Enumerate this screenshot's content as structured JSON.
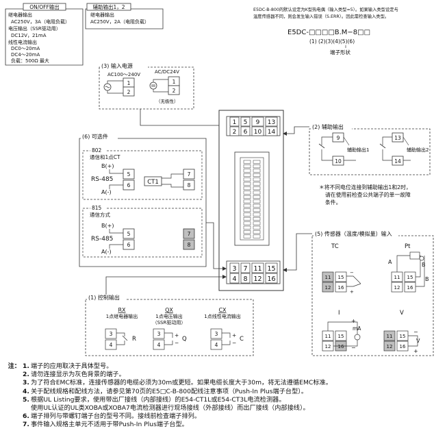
{
  "onoff": {
    "title": "ON/OFF输出",
    "lines": [
      "继电器输出",
      "AC250V，3A（电阻负载）",
      "电压输出（SSR驱动用）",
      "DC12V，21mA",
      "线性电流输出",
      "DC0～20mA",
      "DC4～20mA",
      "负载：500Ω 最大"
    ]
  },
  "aux_box": {
    "title": "辅助输出1，2",
    "lines": [
      "继电器输出",
      "AC250V，2A（电阻负载）"
    ]
  },
  "model": {
    "note_line1": "E5DC-B-800的默认设定为K型热电偶（输入类型=5）。如果输入类型设定与",
    "note_line2": "温度传感器不同，则会发生输入错误（S.ERR）。因此需检查输入类型。",
    "code": "E5DC-□□□□B.M−8□□",
    "indices": "(1) (2)(3)(4)(5)(6)",
    "shape": "端子形状"
  },
  "power": {
    "title": "(3) 输入电源",
    "ac_label": "AC100～240V",
    "dc_label": "AC/DC24V",
    "no_polarity": "（无极性）",
    "t1": "1",
    "t2": "2"
  },
  "terminals": {
    "top_row1": [
      "1",
      "5",
      "9",
      "13"
    ],
    "top_row2": [
      "2",
      "6",
      "10",
      "14"
    ],
    "bot_row1": [
      "3",
      "7",
      "11",
      "15"
    ],
    "bot_row2": [
      "4",
      "8",
      "12",
      "16"
    ]
  },
  "aux": {
    "title": "(2) 辅助输出",
    "t9": "9",
    "t10": "10",
    "t13": "13",
    "t14": "14",
    "out1": "辅助输出1",
    "out2": "辅助输出2",
    "warning": [
      "＊将不同电位连接到辅助输出1和2时，",
      "请在使用前检查公共端子的单一故障",
      "条件。"
    ]
  },
  "options": {
    "title": "(6) 可选件",
    "b802": {
      "code": "802",
      "desc": "通信和1点CT",
      "bplus": "B(+)",
      "rs": "RS-485",
      "aminus": "A(-)",
      "t5": "5",
      "t6": "6",
      "ct": "CT1",
      "t7": "7",
      "t8": "8"
    },
    "b815": {
      "code": "815",
      "desc": "通信方式",
      "bplus": "B(+)",
      "rs": "RS-485",
      "aminus": "A(-)",
      "t5": "5",
      "t6": "6",
      "t7": "7",
      "t8": "8"
    }
  },
  "sensor": {
    "title": "(5) 传感器（温度/模拟量）输入",
    "tc": "TC",
    "pt": "Pt",
    "i": "I",
    "v": "V",
    "a": "A",
    "b": "B",
    "ma": "mA",
    "vsym": "V",
    "plus": "+",
    "minus": "−",
    "t11": "11",
    "t12": "12",
    "t15": "15",
    "t16": "16"
  },
  "control": {
    "title": "(1) 控制输出",
    "rx_code": "RX",
    "rx_desc": "1点继电器输出",
    "qx_code": "QX",
    "qx_desc1": "1点电压输出",
    "qx_desc2": "（SSR驱动用）",
    "cx_code": "CX",
    "cx_desc": "1点线性电流输出",
    "r": "R",
    "q": "Q",
    "c": "C",
    "t3": "3",
    "t4": "4",
    "plus": "+",
    "minus": "−"
  },
  "notes": {
    "lead": "注：",
    "items": [
      {
        "n": "1.",
        "t": "端子的应用取决于具体型号。"
      },
      {
        "n": "2.",
        "t": "请勿连接显示为灰色背景的端子。"
      },
      {
        "n": "3.",
        "t": "为了符合EMC标准，连接传感器的电缆必须为30m或更短。如果电缆长度大于30m，将无法遵循EMC标准。"
      },
      {
        "n": "4.",
        "t": "关于配线规格和配线方法，请参见第70页的E5□C-B-800配线注意事项（Push-In Plus端子台型）。"
      },
      {
        "n": "5.",
        "t": "根据UL Listing要求，使用带出厂接线（内部接线）的E54-CT1L或E54-CT3L电流检测器。"
      },
      {
        "n": "",
        "t": "使用UL认证的UL类XOBA或XOBA7电流检测器进行现场接线（外部接线）而出厂接线（内部接线）。"
      },
      {
        "n": "6.",
        "t": "端子排列与带螺钉端子台的型号不同。接线前检查端子排列。"
      },
      {
        "n": "7.",
        "t": "事件输入规格主单元不适用于带Push-In Plus端子台型。"
      }
    ]
  }
}
